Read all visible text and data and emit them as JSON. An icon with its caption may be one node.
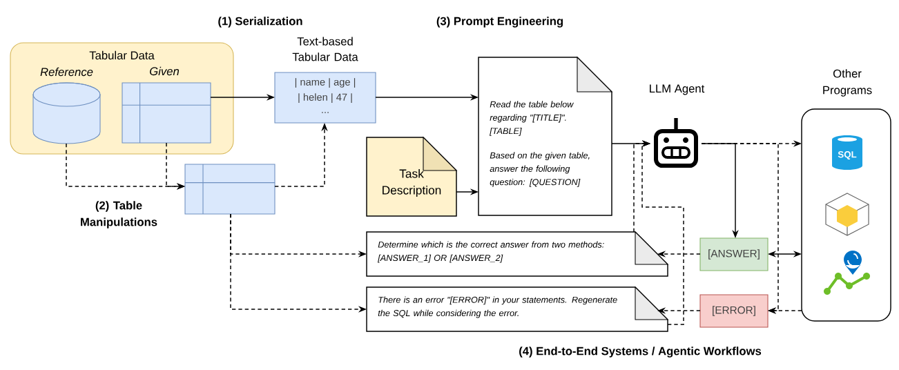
{
  "diagram": {
    "nodes": [
      {
        "text": [
          "Tabular Data"
        ]
      },
      {
        "text": [
          "Reference"
        ],
        "in": 0
      },
      {
        "text": [
          "Given"
        ],
        "in": 0
      },
      {
        "text": [
          "Text-based Tabular Data",
          "| name | age |",
          "| helen |  47  |",
          "..."
        ]
      },
      {
        "text": [],
        "shape": "table"
      },
      {
        "text": [
          "Read the table below regarding \"[TITLE]\". [TABLE]",
          "Based on the given table, answer the following question: [QUESTION]"
        ]
      },
      {
        "text": [
          "Task Description"
        ]
      },
      {
        "text": [
          "LLM Agent"
        ]
      },
      {
        "text": [
          "Other Programs"
        ]
      },
      {
        "text": [
          "Determine which is the correct answer from two methods: [ANSWER_1] OR [ANSWER_2]"
        ]
      },
      {
        "text": [
          "There is an error \"[ERROR]\" in your statements. Regenerate the SQL while considering the error."
        ]
      },
      {
        "text": [
          "[ANSWER]"
        ]
      },
      {
        "text": [
          "[ERROR]"
        ]
      }
    ],
    "edges": [
      {
        "from": 2,
        "to": 3,
        "arrow": "to"
      },
      {
        "from": 3,
        "to": 5,
        "arrow": "to"
      },
      {
        "from": 6,
        "to": 5,
        "arrow": "to"
      },
      {
        "from": 5,
        "to": 7,
        "arrow": "to"
      },
      {
        "from": 1,
        "to": 4,
        "arrow": "to",
        "style": "dashed"
      },
      {
        "from": 2,
        "to": 4,
        "arrow": "to",
        "style": "dashed"
      },
      {
        "from": 4,
        "to": 3,
        "arrow": "to",
        "style": "dashed"
      },
      {
        "from": 4,
        "to": 9,
        "arrow": "to",
        "style": "dashed"
      },
      {
        "from": 4,
        "to": 10,
        "arrow": "to",
        "style": "dashed"
      },
      {
        "from": 7,
        "to": 11,
        "arrow": "to"
      },
      {
        "from": 7,
        "to": 8,
        "arrow": "to",
        "style": "dashed"
      },
      {
        "from": 11,
        "to": 9,
        "arrow": "to",
        "style": "dashed"
      },
      {
        "from": 12,
        "to": 10,
        "arrow": "to",
        "style": "dashed"
      },
      {
        "from": 11,
        "to": 8,
        "arrow": "both"
      },
      {
        "from": 8,
        "to": 12,
        "arrow": "to",
        "style": "dashed"
      },
      {
        "from": 7,
        "to": 12,
        "arrow": "to",
        "style": "dashed"
      },
      {
        "from": 9,
        "to": 7,
        "arrow": "to",
        "style": "dashed"
      },
      {
        "from": 10,
        "to": 7,
        "arrow": "to",
        "style": "dashed"
      }
    ],
    "labels": [
      "(1) Serialization",
      "(3) Prompt Engineering",
      "(2) Table Manipulations",
      "SQL",
      "(4) End-to-End Systems / Agentic Workflows"
    ]
  }
}
